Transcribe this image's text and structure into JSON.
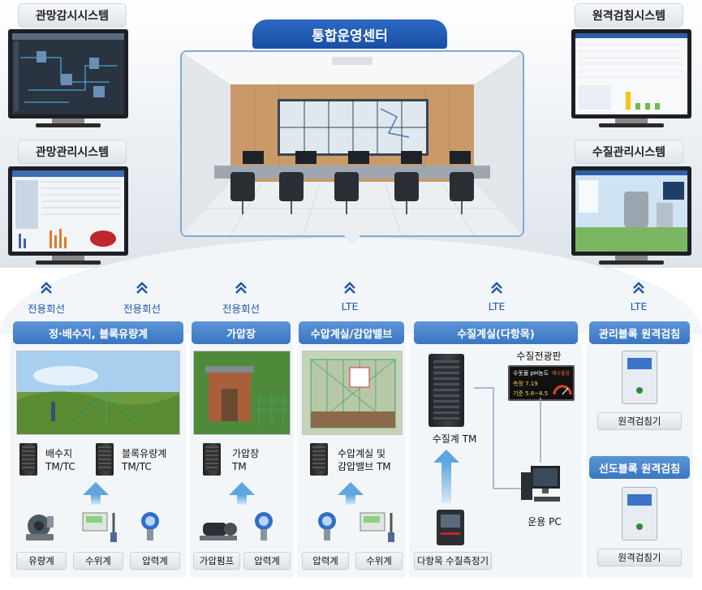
{
  "center": {
    "title": "통합운영센터"
  },
  "systems": {
    "top_left": "관망감시시스템",
    "mid_left": "관망관리시스템",
    "top_right": "원격검침시스템",
    "mid_right": "수질관리시스템"
  },
  "comms": [
    "전용회선",
    "전용회선",
    "전용회선",
    "LTE",
    "LTE",
    "LTE"
  ],
  "sections": {
    "s1": {
      "title": "정·배수지, 블록유량계",
      "dev1": "배수지\nTM/TC",
      "dev2": "블록유량계\nTM/TC",
      "tags": [
        "유량계",
        "수위계",
        "압력계"
      ]
    },
    "s2": {
      "title": "가압장",
      "dev1": "가압장\nTM",
      "tags": [
        "가압펌프",
        "압력계"
      ]
    },
    "s3": {
      "title": "수압계실/감압밸브",
      "dev1": "수압계실 및\n감압밸브 TM",
      "tags": [
        "압력계",
        "수위계"
      ]
    },
    "s4": {
      "title": "수질계실(다항목)",
      "board_label": "수질전광판",
      "tm_label": "수질계 TM",
      "pc_label": "운용 PC",
      "sensor_label": "다항목 수질측정기",
      "board_text": {
        "l1": "수돗물 pH농도",
        "l2": "측정 7.19",
        "l3": "기준 5.8~8.5",
        "badge": "매우좋음"
      }
    },
    "s5": {
      "title": "관리블록 원격검침",
      "tag": "원격검침기"
    },
    "s6": {
      "title": "선도블록 원격검침",
      "tag": "원격검침기"
    }
  },
  "colors": {
    "accent": "#1a4ea3",
    "section": "#3a76c2",
    "arrow": "#5fa5e0"
  }
}
